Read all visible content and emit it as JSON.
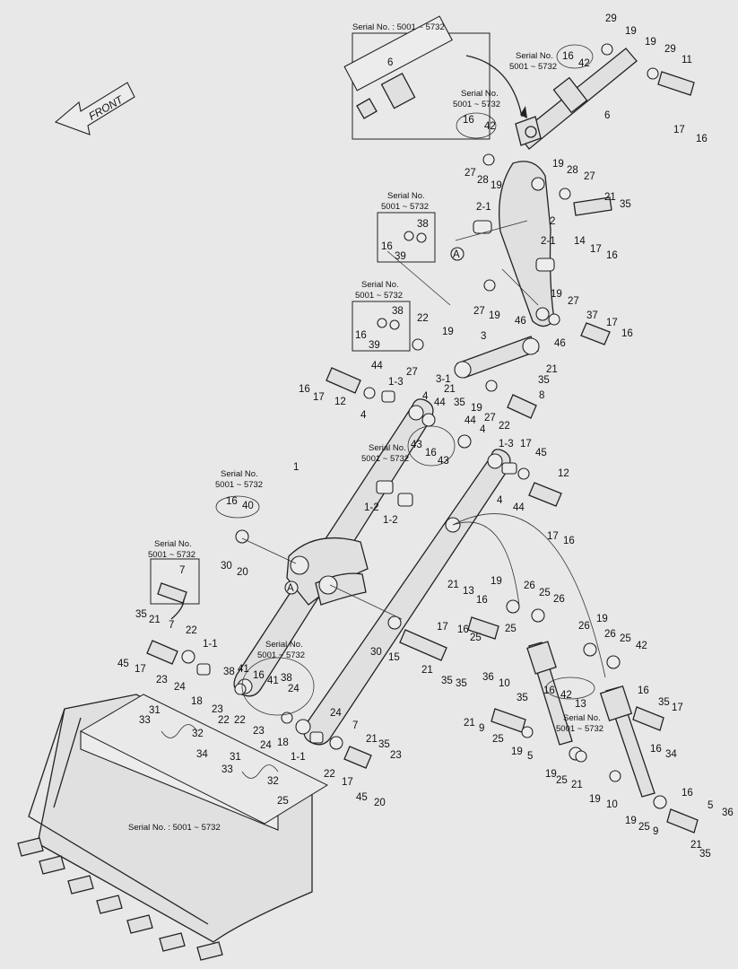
{
  "front_label": "FRONT",
  "section_marker": "A",
  "serial_text": "Serial No.",
  "serial_range": "5001 ~ 5732",
  "serial_full": "Serial No. : 5001 ~ 5732",
  "callouts": [
    {
      "id": "c1",
      "text": "29"
    },
    {
      "id": "c2",
      "text": "19"
    },
    {
      "id": "c3",
      "text": "16"
    },
    {
      "id": "c4",
      "text": "42"
    },
    {
      "id": "c5",
      "text": "19"
    },
    {
      "id": "c6",
      "text": "29"
    },
    {
      "id": "c7",
      "text": "11"
    },
    {
      "id": "c8",
      "text": "6"
    },
    {
      "id": "c9",
      "text": "17"
    },
    {
      "id": "c10",
      "text": "16"
    },
    {
      "id": "c11",
      "text": "6"
    },
    {
      "id": "c12",
      "text": "16"
    },
    {
      "id": "c13",
      "text": "42"
    },
    {
      "id": "c14",
      "text": "27"
    },
    {
      "id": "c15",
      "text": "28"
    },
    {
      "id": "c16",
      "text": "19"
    },
    {
      "id": "c17",
      "text": "19"
    },
    {
      "id": "c18",
      "text": "28"
    },
    {
      "id": "c19",
      "text": "27"
    },
    {
      "id": "c20",
      "text": "2-1"
    },
    {
      "id": "c21",
      "text": "2"
    },
    {
      "id": "c22",
      "text": "21"
    },
    {
      "id": "c23",
      "text": "35"
    },
    {
      "id": "c24",
      "text": "14"
    },
    {
      "id": "c25",
      "text": "17"
    },
    {
      "id": "c26",
      "text": "16"
    },
    {
      "id": "c27",
      "text": "2-1"
    },
    {
      "id": "c28",
      "text": "38"
    },
    {
      "id": "c29",
      "text": "16"
    },
    {
      "id": "c30",
      "text": "39"
    },
    {
      "id": "c31",
      "text": "27"
    },
    {
      "id": "c32",
      "text": "19"
    },
    {
      "id": "c33",
      "text": "19"
    },
    {
      "id": "c34",
      "text": "27"
    },
    {
      "id": "c35",
      "text": "46"
    },
    {
      "id": "c36",
      "text": "37"
    },
    {
      "id": "c37",
      "text": "17"
    },
    {
      "id": "c38",
      "text": "16"
    },
    {
      "id": "c39",
      "text": "38"
    },
    {
      "id": "c40",
      "text": "16"
    },
    {
      "id": "c41",
      "text": "39"
    },
    {
      "id": "c42",
      "text": "22"
    },
    {
      "id": "c43",
      "text": "19"
    },
    {
      "id": "c44",
      "text": "3"
    },
    {
      "id": "c45",
      "text": "46"
    },
    {
      "id": "c46",
      "text": "27"
    },
    {
      "id": "c47",
      "text": "3-1"
    },
    {
      "id": "c48",
      "text": "21"
    },
    {
      "id": "c49",
      "text": "35"
    },
    {
      "id": "c50",
      "text": "44"
    },
    {
      "id": "c51",
      "text": "1-3"
    },
    {
      "id": "c52",
      "text": "16"
    },
    {
      "id": "c53",
      "text": "17"
    },
    {
      "id": "c54",
      "text": "12"
    },
    {
      "id": "c55",
      "text": "4"
    },
    {
      "id": "c56",
      "text": "4"
    },
    {
      "id": "c57",
      "text": "44"
    },
    {
      "id": "c58",
      "text": "21"
    },
    {
      "id": "c59",
      "text": "35"
    },
    {
      "id": "c60",
      "text": "19"
    },
    {
      "id": "c61",
      "text": "27"
    },
    {
      "id": "c62",
      "text": "22"
    },
    {
      "id": "c63",
      "text": "8"
    },
    {
      "id": "c64",
      "text": "44"
    },
    {
      "id": "c65",
      "text": "4"
    },
    {
      "id": "c66",
      "text": "43"
    },
    {
      "id": "c67",
      "text": "16"
    },
    {
      "id": "c68",
      "text": "43"
    },
    {
      "id": "c69",
      "text": "17"
    },
    {
      "id": "c70",
      "text": "45"
    },
    {
      "id": "c71",
      "text": "1"
    },
    {
      "id": "c72",
      "text": "1-3"
    },
    {
      "id": "c73",
      "text": "12"
    },
    {
      "id": "c74",
      "text": "4"
    },
    {
      "id": "c75",
      "text": "44"
    },
    {
      "id": "c76",
      "text": "17"
    },
    {
      "id": "c77",
      "text": "16"
    },
    {
      "id": "c78",
      "text": "1-2"
    },
    {
      "id": "c79",
      "text": "1-2"
    },
    {
      "id": "c80",
      "text": "16"
    },
    {
      "id": "c81",
      "text": "40"
    },
    {
      "id": "c82",
      "text": "30"
    },
    {
      "id": "c83",
      "text": "20"
    },
    {
      "id": "c84",
      "text": "7"
    },
    {
      "id": "c85",
      "text": "35"
    },
    {
      "id": "c86",
      "text": "21"
    },
    {
      "id": "c87",
      "text": "7"
    },
    {
      "id": "c88",
      "text": "22"
    },
    {
      "id": "c89",
      "text": "45"
    },
    {
      "id": "c90",
      "text": "17"
    },
    {
      "id": "c91",
      "text": "23"
    },
    {
      "id": "c92",
      "text": "24"
    },
    {
      "id": "c93",
      "text": "1-1"
    },
    {
      "id": "c94",
      "text": "18"
    },
    {
      "id": "c95",
      "text": "38"
    },
    {
      "id": "c96",
      "text": "41"
    },
    {
      "id": "c97",
      "text": "16"
    },
    {
      "id": "c98",
      "text": "41"
    },
    {
      "id": "c99",
      "text": "38"
    },
    {
      "id": "c100",
      "text": "24"
    },
    {
      "id": "c101",
      "text": "23"
    },
    {
      "id": "c102",
      "text": "22"
    },
    {
      "id": "c103",
      "text": "22"
    },
    {
      "id": "c104",
      "text": "23"
    },
    {
      "id": "c105",
      "text": "24"
    },
    {
      "id": "c106",
      "text": "18"
    },
    {
      "id": "c107",
      "text": "1-1"
    },
    {
      "id": "c108",
      "text": "24"
    },
    {
      "id": "c109",
      "text": "7"
    },
    {
      "id": "c110",
      "text": "21"
    },
    {
      "id": "c111",
      "text": "35"
    },
    {
      "id": "c112",
      "text": "23"
    },
    {
      "id": "c113",
      "text": "22"
    },
    {
      "id": "c114",
      "text": "17"
    },
    {
      "id": "c115",
      "text": "45"
    },
    {
      "id": "c116",
      "text": "20"
    },
    {
      "id": "c117",
      "text": "30"
    },
    {
      "id": "c118",
      "text": "15"
    },
    {
      "id": "c119",
      "text": "21"
    },
    {
      "id": "c120",
      "text": "35"
    },
    {
      "id": "c121",
      "text": "35"
    },
    {
      "id": "c122",
      "text": "21"
    },
    {
      "id": "c123",
      "text": "13"
    },
    {
      "id": "c124",
      "text": "16"
    },
    {
      "id": "c125",
      "text": "17"
    },
    {
      "id": "c126",
      "text": "16"
    },
    {
      "id": "c127",
      "text": "25"
    },
    {
      "id": "c128",
      "text": "19"
    },
    {
      "id": "c129",
      "text": "26"
    },
    {
      "id": "c130",
      "text": "25"
    },
    {
      "id": "c131",
      "text": "26"
    },
    {
      "id": "c132",
      "text": "25"
    },
    {
      "id": "c133",
      "text": "26"
    },
    {
      "id": "c134",
      "text": "19"
    },
    {
      "id": "c135",
      "text": "26"
    },
    {
      "id": "c136",
      "text": "25"
    },
    {
      "id": "c137",
      "text": "42"
    },
    {
      "id": "c138",
      "text": "16"
    },
    {
      "id": "c139",
      "text": "42"
    },
    {
      "id": "c140",
      "text": "13"
    },
    {
      "id": "c141",
      "text": "16"
    },
    {
      "id": "c142",
      "text": "36"
    },
    {
      "id": "c143",
      "text": "10"
    },
    {
      "id": "c144",
      "text": "35"
    },
    {
      "id": "c145",
      "text": "21"
    },
    {
      "id": "c146",
      "text": "9"
    },
    {
      "id": "c147",
      "text": "25"
    },
    {
      "id": "c148",
      "text": "19"
    },
    {
      "id": "c149",
      "text": "5"
    },
    {
      "id": "c150",
      "text": "19"
    },
    {
      "id": "c151",
      "text": "25"
    },
    {
      "id": "c152",
      "text": "21"
    },
    {
      "id": "c153",
      "text": "35"
    },
    {
      "id": "c154",
      "text": "17"
    },
    {
      "id": "c155",
      "text": "16"
    },
    {
      "id": "c156",
      "text": "34"
    },
    {
      "id": "c157",
      "text": "31"
    },
    {
      "id": "c158",
      "text": "33"
    },
    {
      "id": "c159",
      "text": "32"
    },
    {
      "id": "c160",
      "text": "34"
    },
    {
      "id": "c161",
      "text": "31"
    },
    {
      "id": "c162",
      "text": "33"
    },
    {
      "id": "c163",
      "text": "32"
    },
    {
      "id": "c164",
      "text": "25"
    },
    {
      "id": "c165",
      "text": "19"
    },
    {
      "id": "c166",
      "text": "10"
    },
    {
      "id": "c167",
      "text": "16"
    },
    {
      "id": "c168",
      "text": "36"
    },
    {
      "id": "c169",
      "text": "5"
    },
    {
      "id": "c170",
      "text": "19"
    },
    {
      "id": "c171",
      "text": "25"
    },
    {
      "id": "c172",
      "text": "9"
    },
    {
      "id": "c173",
      "text": "21"
    },
    {
      "id": "c174",
      "text": "35"
    }
  ]
}
